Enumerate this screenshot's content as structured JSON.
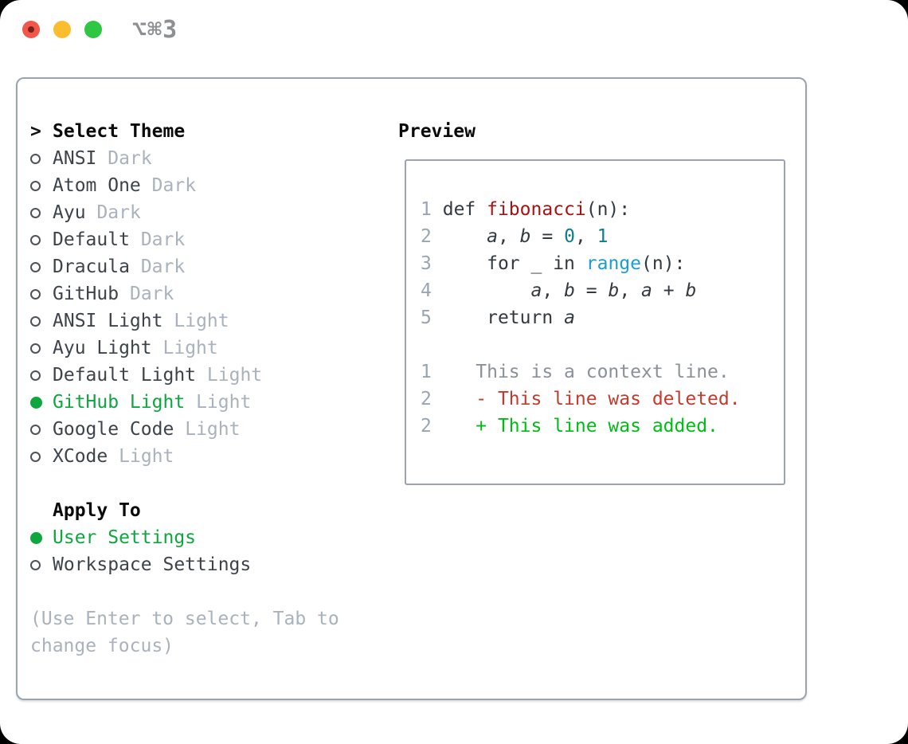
{
  "window": {
    "title": "⌥⌘3"
  },
  "colors": {
    "accent_green": "#0da63f",
    "item_text": "#3d434b",
    "muted_text": "#a9b2bd",
    "circle_stroke": "#4d525b",
    "border": "#9aa4ae",
    "title_text": "#8d8f92",
    "traffic_red": "#f25749",
    "traffic_red_dot": "#7a201a",
    "traffic_yellow": "#fbbc2e",
    "traffic_green": "#2ec643",
    "code_text": "#323940",
    "line_number": "#9aa5b3",
    "syntax_function": "#a31515",
    "syntax_number": "#0c7f87",
    "syntax_builtin": "#1a9cd8",
    "diff_context": "#8b9199",
    "diff_deleted": "#c43a2c",
    "diff_added": "#00bd16"
  },
  "theme_picker": {
    "prompt": ">",
    "header": "Select Theme",
    "themes": [
      {
        "name": "ANSI",
        "variant": "Dark",
        "selected": false
      },
      {
        "name": "Atom One",
        "variant": "Dark",
        "selected": false
      },
      {
        "name": "Ayu",
        "variant": "Dark",
        "selected": false
      },
      {
        "name": "Default",
        "variant": "Dark",
        "selected": false
      },
      {
        "name": "Dracula",
        "variant": "Dark",
        "selected": false
      },
      {
        "name": "GitHub",
        "variant": "Dark",
        "selected": false
      },
      {
        "name": "ANSI Light",
        "variant": "Light",
        "selected": false
      },
      {
        "name": "Ayu Light",
        "variant": "Light",
        "selected": false
      },
      {
        "name": "Default Light",
        "variant": "Light",
        "selected": false
      },
      {
        "name": "GitHub Light",
        "variant": "Light",
        "selected": true
      },
      {
        "name": "Google Code",
        "variant": "Light",
        "selected": false
      },
      {
        "name": "XCode",
        "variant": "Light",
        "selected": false
      }
    ],
    "apply_to": {
      "header": "Apply To",
      "options": [
        {
          "name": "User Settings",
          "selected": true
        },
        {
          "name": "Workspace Settings",
          "selected": false
        }
      ]
    },
    "hint_lines": [
      "(Use Enter to select, Tab to",
      "change focus)"
    ]
  },
  "preview": {
    "header": "Preview",
    "code_lines": [
      {
        "num": "1",
        "segments": [
          {
            "t": "def ",
            "s": "kw"
          },
          {
            "t": "fibonacci",
            "s": "fn"
          },
          {
            "t": "(n):",
            "s": "pl"
          }
        ]
      },
      {
        "num": "2",
        "segments": [
          {
            "t": "    ",
            "s": "pl"
          },
          {
            "t": "a",
            "s": "var"
          },
          {
            "t": ", ",
            "s": "pl"
          },
          {
            "t": "b",
            "s": "var"
          },
          {
            "t": " = ",
            "s": "pl"
          },
          {
            "t": "0",
            "s": "num"
          },
          {
            "t": ", ",
            "s": "pl"
          },
          {
            "t": "1",
            "s": "num"
          }
        ]
      },
      {
        "num": "3",
        "segments": [
          {
            "t": "    ",
            "s": "pl"
          },
          {
            "t": "for",
            "s": "kw"
          },
          {
            "t": " _ ",
            "s": "pl"
          },
          {
            "t": "in",
            "s": "kw"
          },
          {
            "t": " ",
            "s": "pl"
          },
          {
            "t": "range",
            "s": "bi"
          },
          {
            "t": "(n):",
            "s": "pl"
          }
        ]
      },
      {
        "num": "4",
        "segments": [
          {
            "t": "        ",
            "s": "pl"
          },
          {
            "t": "a",
            "s": "var"
          },
          {
            "t": ", ",
            "s": "pl"
          },
          {
            "t": "b",
            "s": "var"
          },
          {
            "t": " = ",
            "s": "pl"
          },
          {
            "t": "b",
            "s": "var"
          },
          {
            "t": ", ",
            "s": "pl"
          },
          {
            "t": "a",
            "s": "var"
          },
          {
            "t": " + ",
            "s": "pl"
          },
          {
            "t": "b",
            "s": "var"
          }
        ]
      },
      {
        "num": "5",
        "segments": [
          {
            "t": "    ",
            "s": "pl"
          },
          {
            "t": "return",
            "s": "kw"
          },
          {
            "t": " ",
            "s": "pl"
          },
          {
            "t": "a",
            "s": "var"
          }
        ]
      }
    ],
    "diff_lines": [
      {
        "num": "1",
        "segments": [
          {
            "t": "   This is a context line.",
            "s": "ctx"
          }
        ]
      },
      {
        "num": "2",
        "segments": [
          {
            "t": "   ",
            "s": "pl"
          },
          {
            "t": "- This line was deleted.",
            "s": "del"
          }
        ]
      },
      {
        "num": "2",
        "segments": [
          {
            "t": "   ",
            "s": "pl"
          },
          {
            "t": "+ This line was added.",
            "s": "add"
          }
        ]
      }
    ]
  }
}
